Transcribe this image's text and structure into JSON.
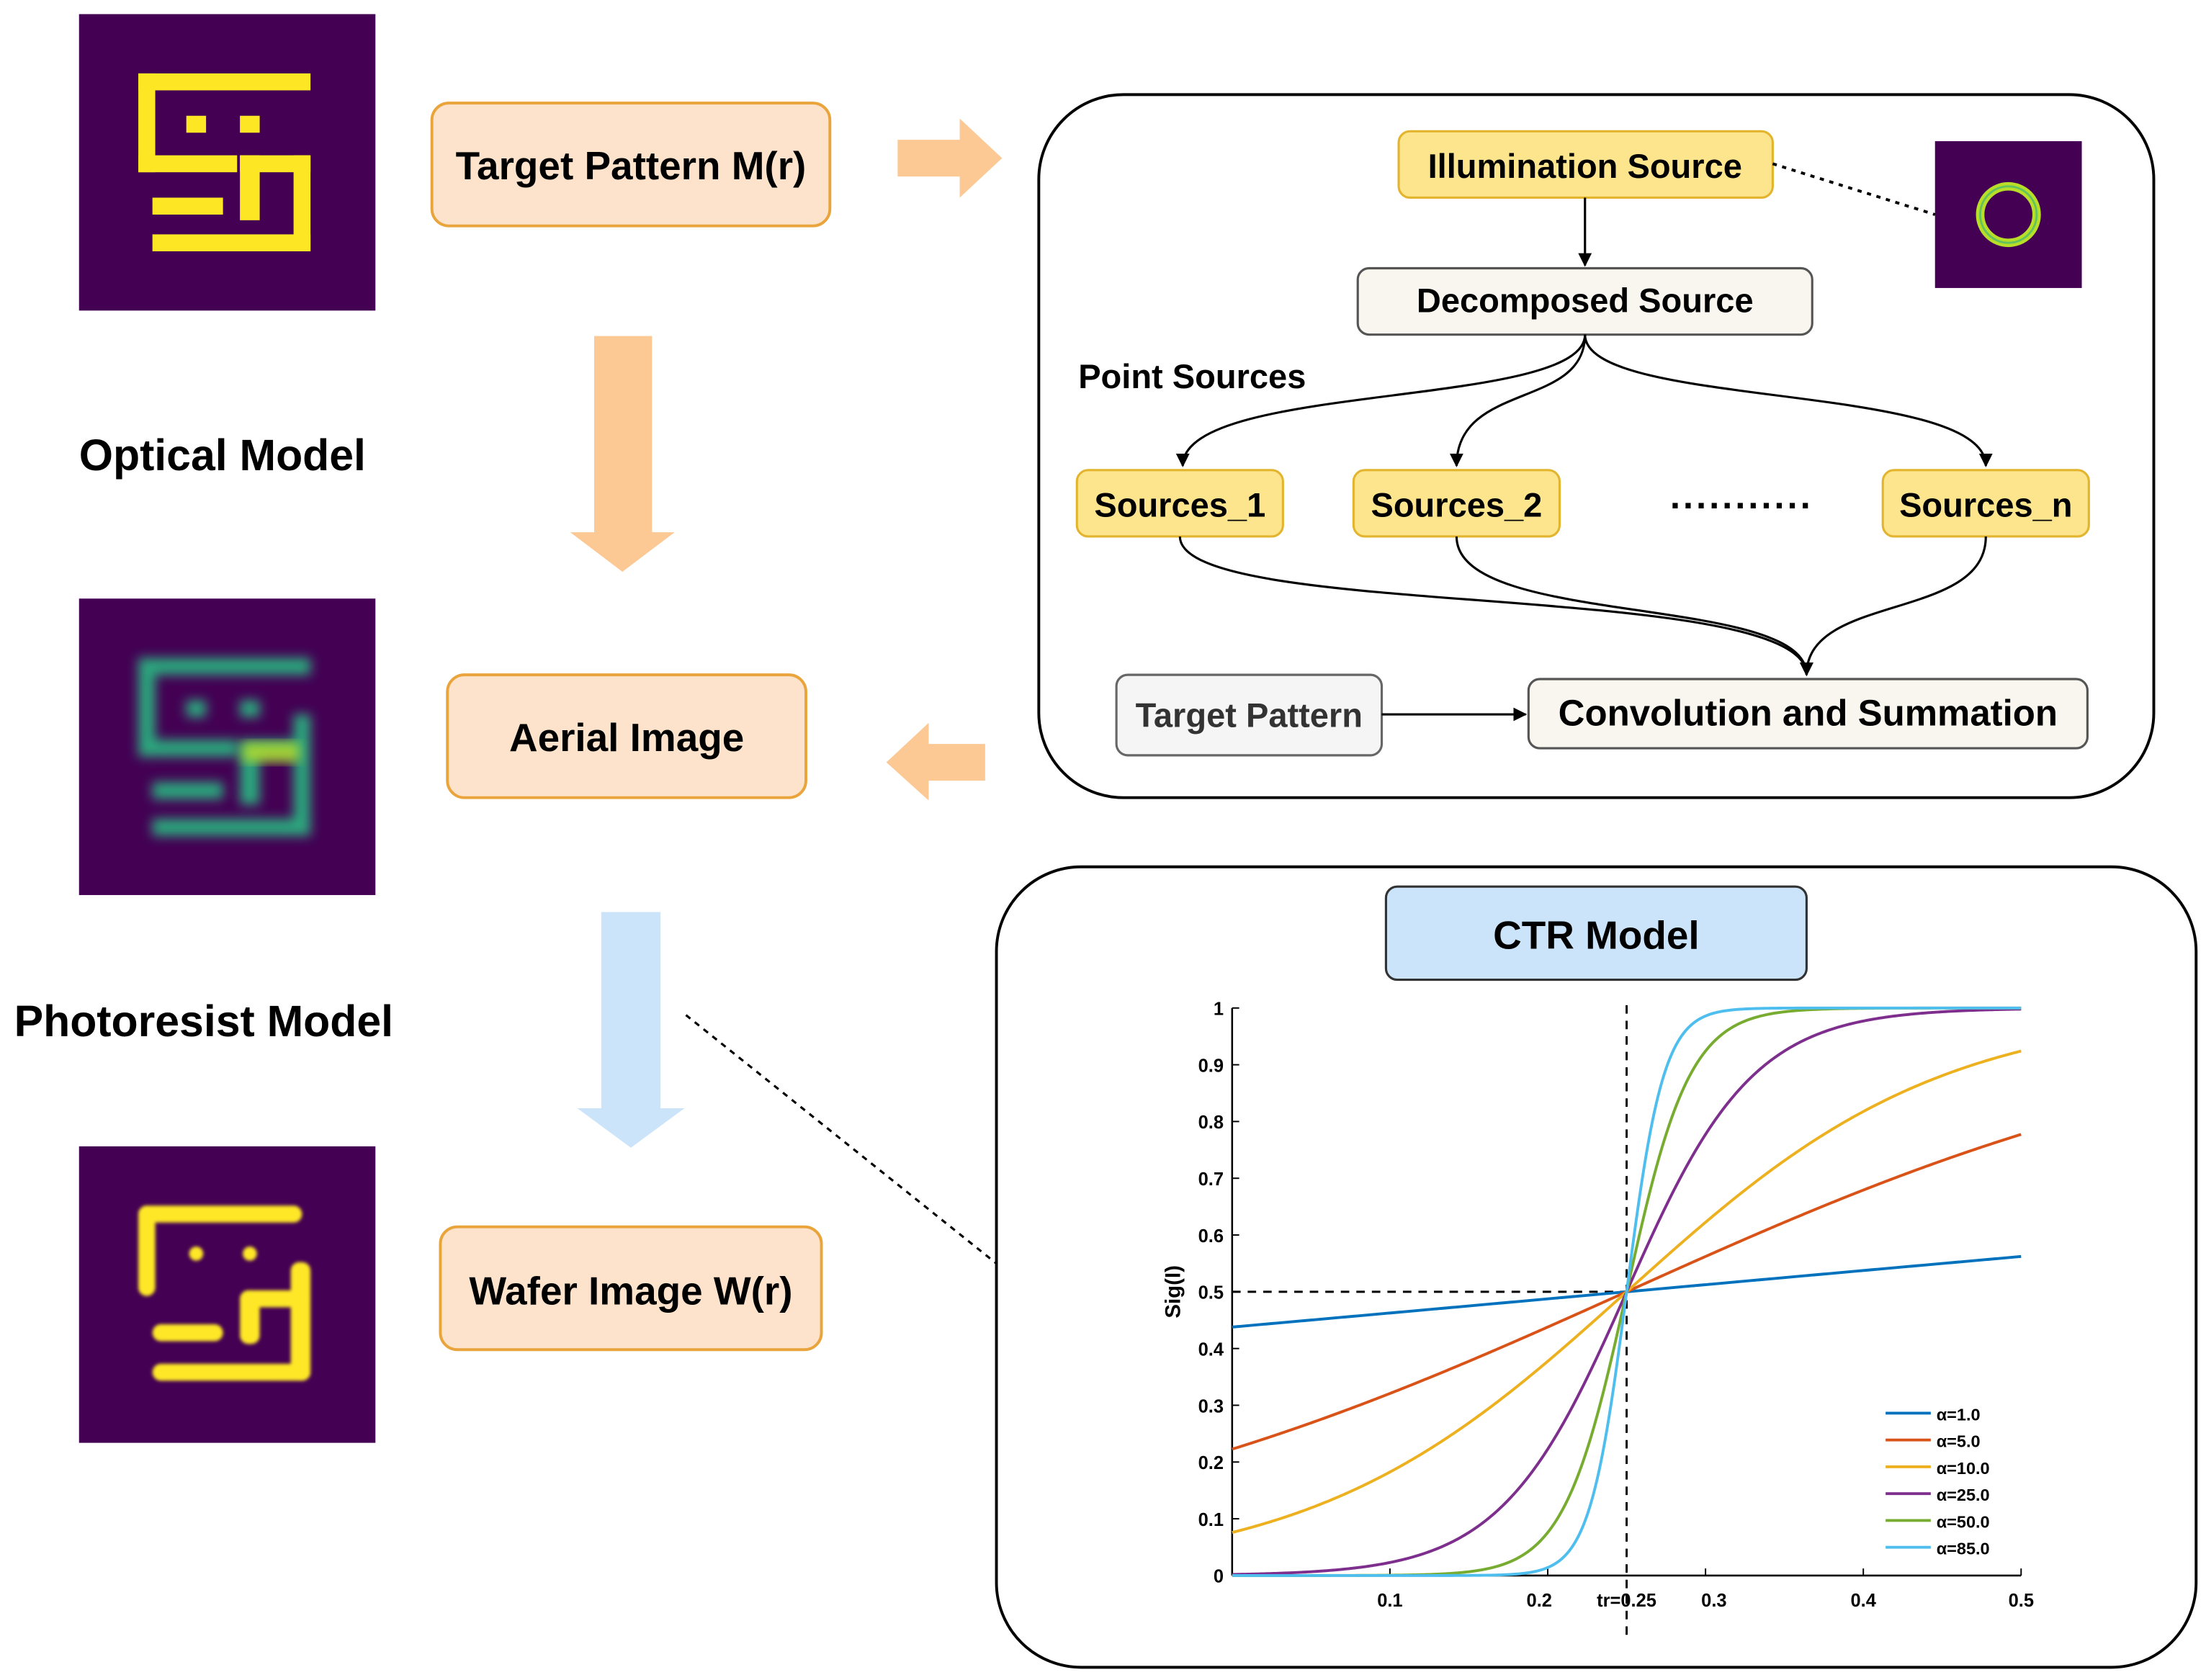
{
  "left": {
    "target_label": "Target Pattern M(r)",
    "optical_model": "Optical Model",
    "aerial_label": "Aerial Image",
    "photoresist_model": "Photoresist Model",
    "wafer_label": "Wafer Image W(r)"
  },
  "optical_panel": {
    "illumination_source": "Illumination Source",
    "decomposed_source": "Decomposed Source",
    "point_sources": "Point Sources",
    "sources": [
      "Sources_1",
      "Sources_2",
      "Sources_n"
    ],
    "ellipsis": "...........",
    "target_pattern": "Target Pattern",
    "convolution": "Convolution and Summation"
  },
  "ctr_panel": {
    "title": "CTR Model"
  },
  "chart_data": {
    "type": "line",
    "title": "",
    "xlabel": "",
    "ylabel": "Sig(I)",
    "xlim": [
      0,
      0.5
    ],
    "ylim": [
      0,
      1
    ],
    "x_ticks": [
      0.1,
      0.2,
      0.3,
      0.4,
      0.5
    ],
    "x_tick_labels": [
      "0.1",
      "0.2",
      "tr=0.25",
      "0.3",
      "0.4",
      "0.5"
    ],
    "y_ticks": [
      0,
      0.1,
      0.2,
      0.3,
      0.4,
      0.5,
      0.6,
      0.7,
      0.8,
      0.9,
      1
    ],
    "y_tick_labels": [
      "0",
      "0.1",
      "0.2",
      "0.3",
      "0.4",
      "0.5",
      "0.6",
      "0.7",
      "0.8",
      "0.9",
      "1"
    ],
    "threshold": 0.25,
    "function": "sigmoid(alpha * (x - tr))",
    "x_samples": [
      0,
      0.05,
      0.1,
      0.15,
      0.2,
      0.22,
      0.24,
      0.25,
      0.26,
      0.28,
      0.3,
      0.35,
      0.4,
      0.45,
      0.5
    ],
    "series": [
      {
        "name": "α=1.0",
        "alpha": 1.0,
        "color": "#0072BD",
        "values": [
          0.438,
          0.45,
          0.463,
          0.475,
          0.488,
          0.493,
          0.498,
          0.5,
          0.503,
          0.508,
          0.513,
          0.525,
          0.537,
          0.55,
          0.562
        ]
      },
      {
        "name": "α=5.0",
        "alpha": 5.0,
        "color": "#D95319",
        "values": [
          0.223,
          0.269,
          0.321,
          0.378,
          0.438,
          0.463,
          0.488,
          0.5,
          0.513,
          0.537,
          0.562,
          0.622,
          0.679,
          0.731,
          0.777
        ]
      },
      {
        "name": "α=10.0",
        "alpha": 10.0,
        "color": "#EDB120",
        "values": [
          0.076,
          0.119,
          0.182,
          0.269,
          0.378,
          0.426,
          0.475,
          0.5,
          0.525,
          0.574,
          0.622,
          0.731,
          0.818,
          0.881,
          0.924
        ]
      },
      {
        "name": "α=25.0",
        "alpha": 25.0,
        "color": "#7E2F8E",
        "values": [
          0.002,
          0.007,
          0.023,
          0.076,
          0.223,
          0.321,
          0.438,
          0.5,
          0.562,
          0.679,
          0.777,
          0.924,
          0.977,
          0.993,
          0.998
        ]
      },
      {
        "name": "α=50.0",
        "alpha": 50.0,
        "color": "#77AC30",
        "values": [
          0.0,
          0.0,
          0.001,
          0.007,
          0.076,
          0.182,
          0.378,
          0.5,
          0.622,
          0.818,
          0.924,
          0.993,
          0.999,
          1.0,
          1.0
        ]
      },
      {
        "name": "α=85.0",
        "alpha": 85.0,
        "color": "#4DBEEE",
        "values": [
          0.0,
          0.0,
          0.0,
          0.0,
          0.014,
          0.072,
          0.299,
          0.5,
          0.701,
          0.928,
          0.986,
          1.0,
          1.0,
          1.0,
          1.0
        ]
      }
    ],
    "legend": "bottom-right",
    "grid": false
  }
}
